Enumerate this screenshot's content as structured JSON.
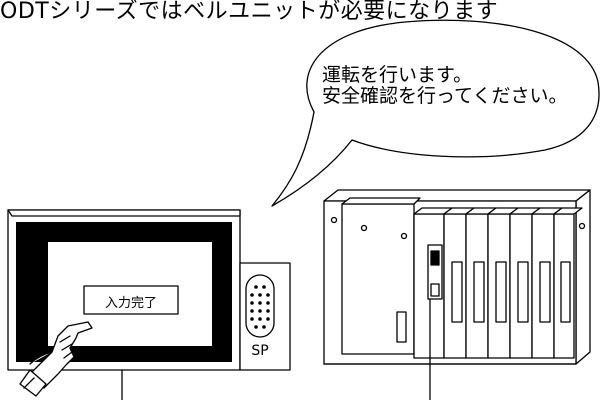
{
  "caption": {
    "text": "ODTシリーズではベルユニットが必要になります"
  },
  "speech_bubble": {
    "line1": "運転を行います。",
    "line2": "安全確認を行ってください。"
  },
  "touch_panel": {
    "button_label": "入力完了"
  },
  "speaker_unit": {
    "label": "SP"
  },
  "colors": {
    "ink": "#000000",
    "paper": "#ffffff"
  }
}
